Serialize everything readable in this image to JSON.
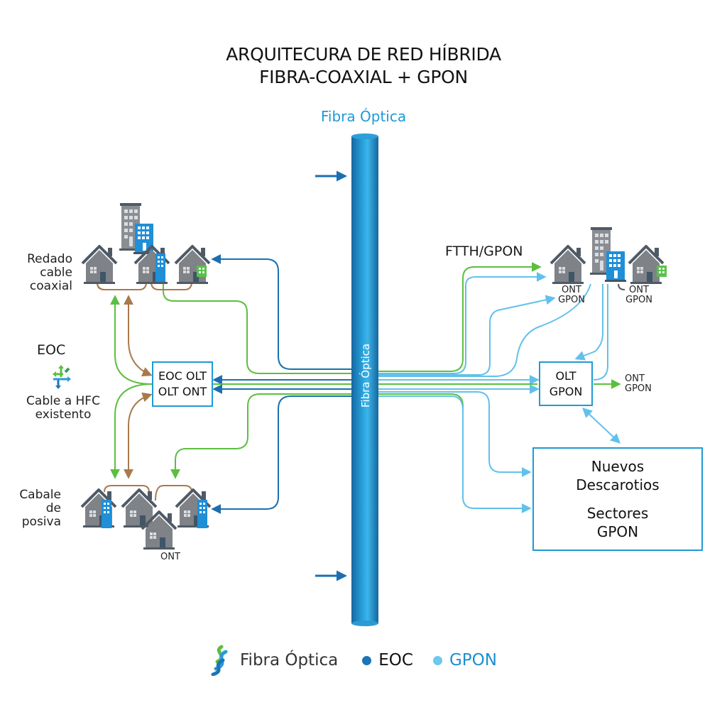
{
  "title": {
    "line1": "ARQUITECURA DE RED HÍBRIDA",
    "line2": "FIBRA-COAXIAL + GPON"
  },
  "backbone": {
    "top_label": "Fibra Óptica",
    "vertical_label": "Fibra Óptica"
  },
  "left": {
    "coax_label": [
      "Redado",
      "cable",
      "coaxial"
    ],
    "eoc_label": "EOC",
    "hfc_label": [
      "Cable a HFC",
      "existento"
    ],
    "passive_label": [
      "Cabale de",
      "posiva"
    ],
    "ont_label": "ONT",
    "eoc_box": [
      "EOC OLT",
      "OLT ONT"
    ]
  },
  "right": {
    "ftth_label": "FTTH/GPON",
    "ont_gpon_1": [
      "ONT",
      "GPON"
    ],
    "ont_gpon_2": [
      "ONT",
      "GPON"
    ],
    "ont_gpon_3": [
      "ONT",
      "GPON"
    ],
    "olt_box": [
      "OLT",
      "GPON"
    ],
    "nuevos_box": [
      "Nuevos",
      "Descarotios",
      "Sectores",
      "GPON"
    ]
  },
  "legend": {
    "items": [
      {
        "label": "Fibra Óptica",
        "color": "#2b86c7",
        "icon": "fiber-wave-icon"
      },
      {
        "label": "EOC",
        "color": "#1b75b8",
        "icon": "dot-icon"
      },
      {
        "label": "GPON",
        "color": "#6cc8ec",
        "icon": "dot-icon"
      }
    ]
  },
  "colors": {
    "fiber": "#1f8fd0",
    "eoc": "#1b6fb0",
    "gpon": "#62c1ea",
    "green": "#5cbf3f",
    "coax": "#a97a4c",
    "house": "#7f8287",
    "building_blue": "#1f8fd8"
  }
}
